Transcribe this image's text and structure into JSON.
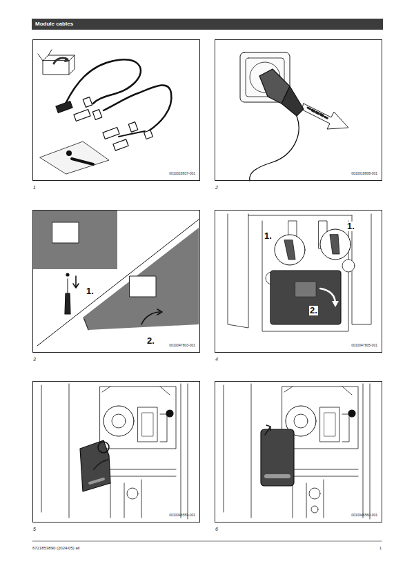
{
  "diagram": {
    "title": "Module cables",
    "nodes": [
      {
        "text": [
          "0010018837-001",
          "1"
        ]
      },
      {
        "text": [
          "0010018808-001",
          "2"
        ]
      },
      {
        "text": [
          "1.",
          "2.",
          "0010047803-001",
          "3"
        ]
      },
      {
        "text": [
          "1.",
          "1.",
          "2.",
          "0010047805-001",
          "4"
        ]
      },
      {
        "text": [
          "0010046559-001",
          "5"
        ]
      },
      {
        "text": [
          "0010046560-001",
          "6"
        ]
      }
    ],
    "labels": [
      "6721853890 (2024/05) all",
      "1"
    ]
  }
}
